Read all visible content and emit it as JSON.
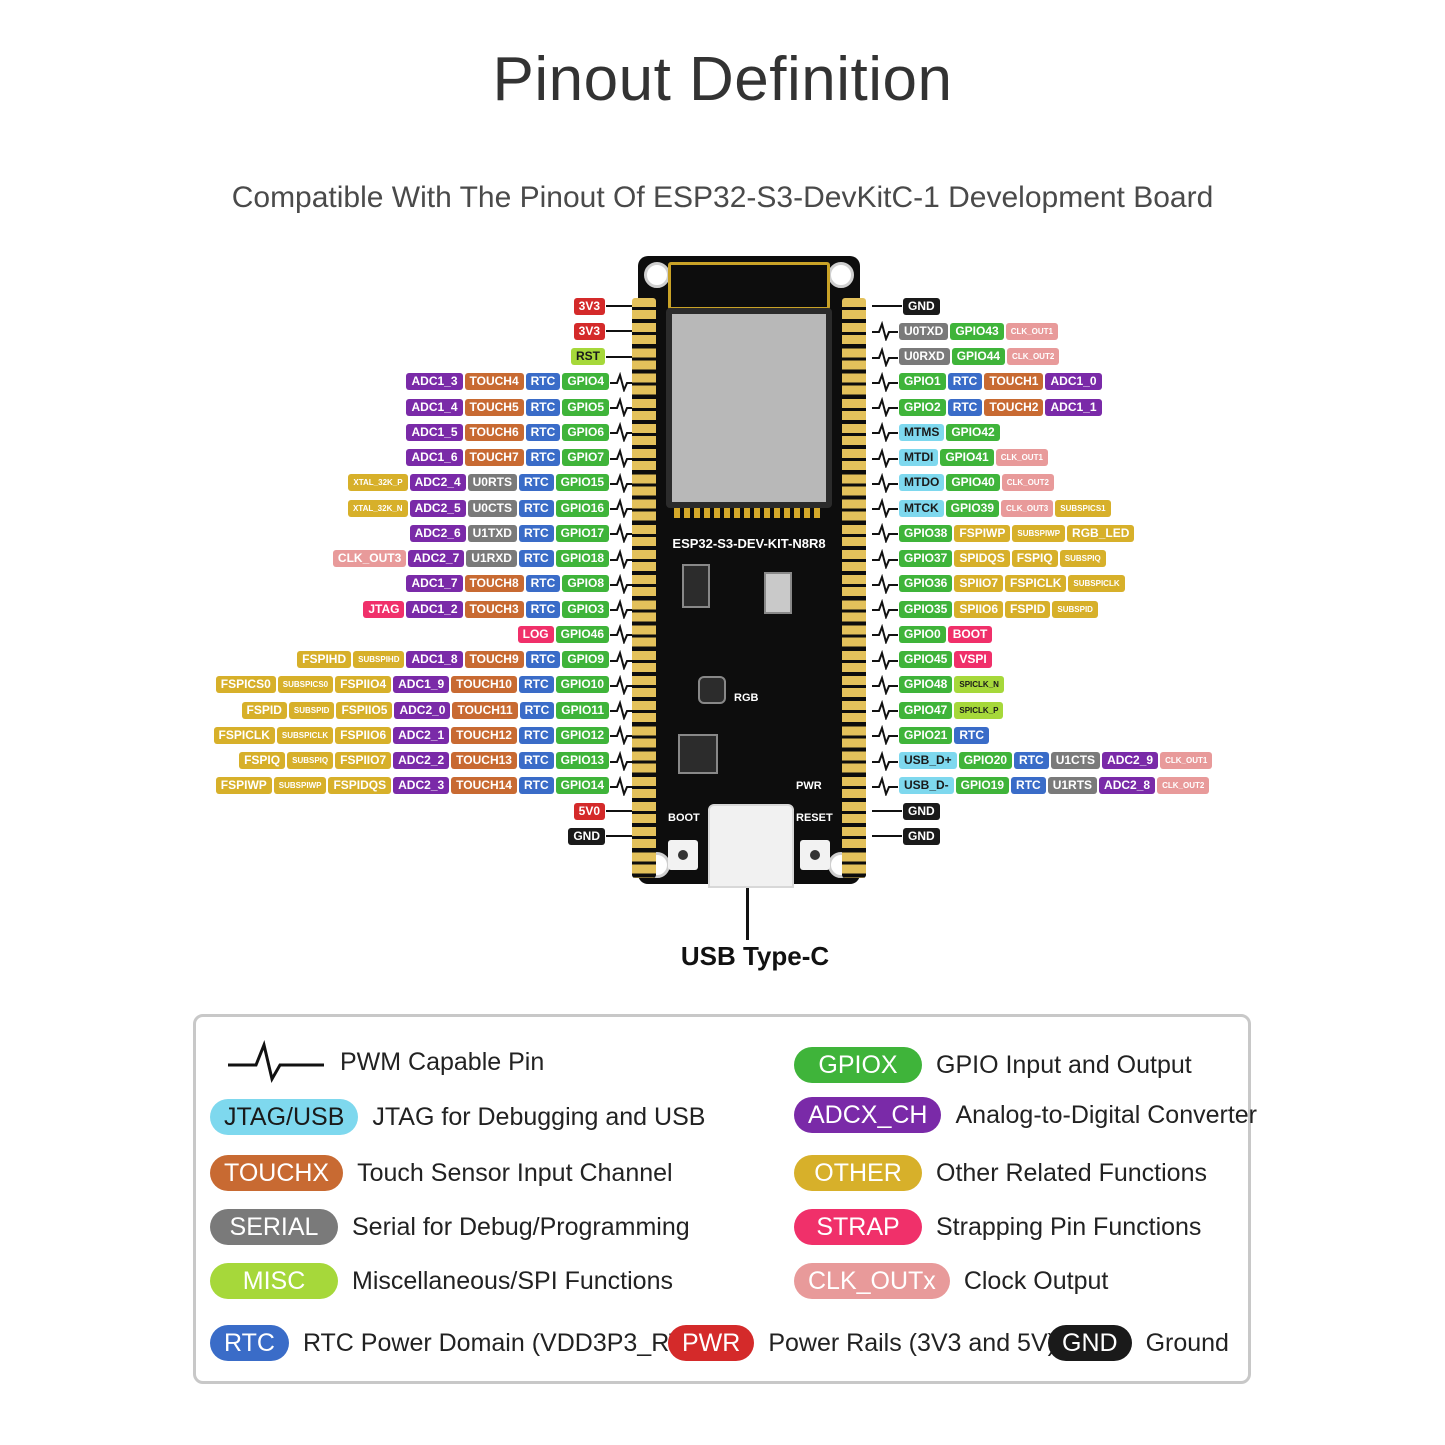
{
  "title": "Pinout Definition",
  "subtitle": "Compatible With The Pinout Of ESP32-S3-DevKitC-1 Development Board",
  "board": {
    "label": "ESP32-S3-DEV-KIT-N8R8",
    "rgb_label": "RGB",
    "pwr_label": "PWR",
    "boot_label": "BOOT",
    "reset_label": "RESET"
  },
  "usb_label": "USB Type-C",
  "colors": {
    "PWR": "#d42a2a",
    "GND": "#1a1a1a",
    "GPIO": "#3fb43a",
    "RTC": "#3a6cc8",
    "TOUCH": "#c86a32",
    "ADC": "#7a2aa8",
    "SERIAL": "#7a7a7a",
    "MISC": "#a6d83a",
    "JTAG": "#7ed8ee",
    "OTHER": "#d7b02a",
    "STRAP": "#f0306a",
    "CLK": "#e89a9a"
  },
  "left_pins": [
    {
      "pwm": false,
      "tags": [
        {
          "t": "3V3",
          "c": "PWR"
        }
      ]
    },
    {
      "pwm": false,
      "tags": [
        {
          "t": "3V3",
          "c": "PWR"
        }
      ]
    },
    {
      "pwm": false,
      "tags": [
        {
          "t": "RST",
          "c": "MISC"
        }
      ]
    },
    {
      "pwm": true,
      "tags": [
        {
          "t": "ADC1_3",
          "c": "ADC"
        },
        {
          "t": "TOUCH4",
          "c": "TOUCH"
        },
        {
          "t": "RTC",
          "c": "RTC"
        },
        {
          "t": "GPIO4",
          "c": "GPIO"
        }
      ]
    },
    {
      "pwm": true,
      "tags": [
        {
          "t": "ADC1_4",
          "c": "ADC"
        },
        {
          "t": "TOUCH5",
          "c": "TOUCH"
        },
        {
          "t": "RTC",
          "c": "RTC"
        },
        {
          "t": "GPIO5",
          "c": "GPIO"
        }
      ]
    },
    {
      "pwm": true,
      "tags": [
        {
          "t": "ADC1_5",
          "c": "ADC"
        },
        {
          "t": "TOUCH6",
          "c": "TOUCH"
        },
        {
          "t": "RTC",
          "c": "RTC"
        },
        {
          "t": "GPIO6",
          "c": "GPIO"
        }
      ]
    },
    {
      "pwm": true,
      "tags": [
        {
          "t": "ADC1_6",
          "c": "ADC"
        },
        {
          "t": "TOUCH7",
          "c": "TOUCH"
        },
        {
          "t": "RTC",
          "c": "RTC"
        },
        {
          "t": "GPIO7",
          "c": "GPIO"
        }
      ]
    },
    {
      "pwm": true,
      "tags": [
        {
          "t": "XTAL_32K_P",
          "c": "OTHER",
          "s": 1
        },
        {
          "t": "ADC2_4",
          "c": "ADC"
        },
        {
          "t": "U0RTS",
          "c": "SERIAL"
        },
        {
          "t": "RTC",
          "c": "RTC"
        },
        {
          "t": "GPIO15",
          "c": "GPIO"
        }
      ]
    },
    {
      "pwm": true,
      "tags": [
        {
          "t": "XTAL_32K_N",
          "c": "OTHER",
          "s": 1
        },
        {
          "t": "ADC2_5",
          "c": "ADC"
        },
        {
          "t": "U0CTS",
          "c": "SERIAL"
        },
        {
          "t": "RTC",
          "c": "RTC"
        },
        {
          "t": "GPIO16",
          "c": "GPIO"
        }
      ]
    },
    {
      "pwm": true,
      "tags": [
        {
          "t": "ADC2_6",
          "c": "ADC"
        },
        {
          "t": "U1TXD",
          "c": "SERIAL"
        },
        {
          "t": "RTC",
          "c": "RTC"
        },
        {
          "t": "GPIO17",
          "c": "GPIO"
        }
      ]
    },
    {
      "pwm": true,
      "tags": [
        {
          "t": "CLK_OUT3",
          "c": "CLK"
        },
        {
          "t": "ADC2_7",
          "c": "ADC"
        },
        {
          "t": "U1RXD",
          "c": "SERIAL"
        },
        {
          "t": "RTC",
          "c": "RTC"
        },
        {
          "t": "GPIO18",
          "c": "GPIO"
        }
      ]
    },
    {
      "pwm": true,
      "tags": [
        {
          "t": "ADC1_7",
          "c": "ADC"
        },
        {
          "t": "TOUCH8",
          "c": "TOUCH"
        },
        {
          "t": "RTC",
          "c": "RTC"
        },
        {
          "t": "GPIO8",
          "c": "GPIO"
        }
      ]
    },
    {
      "pwm": true,
      "tags": [
        {
          "t": "JTAG",
          "c": "STRAP"
        },
        {
          "t": "ADC1_2",
          "c": "ADC"
        },
        {
          "t": "TOUCH3",
          "c": "TOUCH"
        },
        {
          "t": "RTC",
          "c": "RTC"
        },
        {
          "t": "GPIO3",
          "c": "GPIO"
        }
      ]
    },
    {
      "pwm": true,
      "tags": [
        {
          "t": "LOG",
          "c": "STRAP"
        },
        {
          "t": "GPIO46",
          "c": "GPIO"
        }
      ]
    },
    {
      "pwm": true,
      "tags": [
        {
          "t": "FSPIHD",
          "c": "OTHER"
        },
        {
          "t": "SUBSPIHD",
          "c": "OTHER",
          "s": 1
        },
        {
          "t": "ADC1_8",
          "c": "ADC"
        },
        {
          "t": "TOUCH9",
          "c": "TOUCH"
        },
        {
          "t": "RTC",
          "c": "RTC"
        },
        {
          "t": "GPIO9",
          "c": "GPIO"
        }
      ]
    },
    {
      "pwm": true,
      "tags": [
        {
          "t": "FSPICS0",
          "c": "OTHER"
        },
        {
          "t": "SUBSPICS0",
          "c": "OTHER",
          "s": 1
        },
        {
          "t": "FSPIIO4",
          "c": "OTHER"
        },
        {
          "t": "ADC1_9",
          "c": "ADC"
        },
        {
          "t": "TOUCH10",
          "c": "TOUCH"
        },
        {
          "t": "RTC",
          "c": "RTC"
        },
        {
          "t": "GPIO10",
          "c": "GPIO"
        }
      ]
    },
    {
      "pwm": true,
      "tags": [
        {
          "t": "FSPID",
          "c": "OTHER"
        },
        {
          "t": "SUBSPID",
          "c": "OTHER",
          "s": 1
        },
        {
          "t": "FSPIIO5",
          "c": "OTHER"
        },
        {
          "t": "ADC2_0",
          "c": "ADC"
        },
        {
          "t": "TOUCH11",
          "c": "TOUCH"
        },
        {
          "t": "RTC",
          "c": "RTC"
        },
        {
          "t": "GPIO11",
          "c": "GPIO"
        }
      ]
    },
    {
      "pwm": true,
      "tags": [
        {
          "t": "FSPICLK",
          "c": "OTHER"
        },
        {
          "t": "SUBSPICLK",
          "c": "OTHER",
          "s": 1
        },
        {
          "t": "FSPIIO6",
          "c": "OTHER"
        },
        {
          "t": "ADC2_1",
          "c": "ADC"
        },
        {
          "t": "TOUCH12",
          "c": "TOUCH"
        },
        {
          "t": "RTC",
          "c": "RTC"
        },
        {
          "t": "GPIO12",
          "c": "GPIO"
        }
      ]
    },
    {
      "pwm": true,
      "tags": [
        {
          "t": "FSPIQ",
          "c": "OTHER"
        },
        {
          "t": "SUBSPIQ",
          "c": "OTHER",
          "s": 1
        },
        {
          "t": "FSPIIO7",
          "c": "OTHER"
        },
        {
          "t": "ADC2_2",
          "c": "ADC"
        },
        {
          "t": "TOUCH13",
          "c": "TOUCH"
        },
        {
          "t": "RTC",
          "c": "RTC"
        },
        {
          "t": "GPIO13",
          "c": "GPIO"
        }
      ]
    },
    {
      "pwm": true,
      "tags": [
        {
          "t": "FSPIWP",
          "c": "OTHER"
        },
        {
          "t": "SUBSPIWP",
          "c": "OTHER",
          "s": 1
        },
        {
          "t": "FSPIDQS",
          "c": "OTHER"
        },
        {
          "t": "ADC2_3",
          "c": "ADC"
        },
        {
          "t": "TOUCH14",
          "c": "TOUCH"
        },
        {
          "t": "RTC",
          "c": "RTC"
        },
        {
          "t": "GPIO14",
          "c": "GPIO"
        }
      ]
    },
    {
      "pwm": false,
      "tags": [
        {
          "t": "5V0",
          "c": "PWR"
        }
      ]
    },
    {
      "pwm": false,
      "tags": [
        {
          "t": "GND",
          "c": "GND"
        }
      ]
    }
  ],
  "right_pins": [
    {
      "pwm": false,
      "tags": [
        {
          "t": "GND",
          "c": "GND"
        }
      ]
    },
    {
      "pwm": true,
      "tags": [
        {
          "t": "U0TXD",
          "c": "SERIAL"
        },
        {
          "t": "GPIO43",
          "c": "GPIO"
        },
        {
          "t": "CLK_OUT1",
          "c": "CLK",
          "s": 1
        }
      ]
    },
    {
      "pwm": true,
      "tags": [
        {
          "t": "U0RXD",
          "c": "SERIAL"
        },
        {
          "t": "GPIO44",
          "c": "GPIO"
        },
        {
          "t": "CLK_OUT2",
          "c": "CLK",
          "s": 1
        }
      ]
    },
    {
      "pwm": true,
      "tags": [
        {
          "t": "GPIO1",
          "c": "GPIO"
        },
        {
          "t": "RTC",
          "c": "RTC"
        },
        {
          "t": "TOUCH1",
          "c": "TOUCH"
        },
        {
          "t": "ADC1_0",
          "c": "ADC"
        }
      ]
    },
    {
      "pwm": true,
      "tags": [
        {
          "t": "GPIO2",
          "c": "GPIO"
        },
        {
          "t": "RTC",
          "c": "RTC"
        },
        {
          "t": "TOUCH2",
          "c": "TOUCH"
        },
        {
          "t": "ADC1_1",
          "c": "ADC"
        }
      ]
    },
    {
      "pwm": true,
      "tags": [
        {
          "t": "MTMS",
          "c": "JTAG"
        },
        {
          "t": "GPIO42",
          "c": "GPIO"
        }
      ]
    },
    {
      "pwm": true,
      "tags": [
        {
          "t": "MTDI",
          "c": "JTAG"
        },
        {
          "t": "GPIO41",
          "c": "GPIO"
        },
        {
          "t": "CLK_OUT1",
          "c": "CLK",
          "s": 1
        }
      ]
    },
    {
      "pwm": true,
      "tags": [
        {
          "t": "MTDO",
          "c": "JTAG"
        },
        {
          "t": "GPIO40",
          "c": "GPIO"
        },
        {
          "t": "CLK_OUT2",
          "c": "CLK",
          "s": 1
        }
      ]
    },
    {
      "pwm": true,
      "tags": [
        {
          "t": "MTCK",
          "c": "JTAG"
        },
        {
          "t": "GPIO39",
          "c": "GPIO"
        },
        {
          "t": "CLK_OUT3",
          "c": "CLK",
          "s": 1
        },
        {
          "t": "SUBSPICS1",
          "c": "OTHER",
          "s": 1
        }
      ]
    },
    {
      "pwm": true,
      "tags": [
        {
          "t": "GPIO38",
          "c": "GPIO"
        },
        {
          "t": "FSPIWP",
          "c": "OTHER"
        },
        {
          "t": "SUBSPIWP",
          "c": "OTHER",
          "s": 1
        },
        {
          "t": "RGB_LED",
          "c": "OTHER"
        }
      ]
    },
    {
      "pwm": true,
      "tags": [
        {
          "t": "GPIO37",
          "c": "GPIO"
        },
        {
          "t": "SPIDQS",
          "c": "OTHER"
        },
        {
          "t": "FSPIQ",
          "c": "OTHER"
        },
        {
          "t": "SUBSPIQ",
          "c": "OTHER",
          "s": 1
        }
      ]
    },
    {
      "pwm": true,
      "tags": [
        {
          "t": "GPIO36",
          "c": "GPIO"
        },
        {
          "t": "SPIIO7",
          "c": "OTHER"
        },
        {
          "t": "FSPICLK",
          "c": "OTHER"
        },
        {
          "t": "SUBSPICLK",
          "c": "OTHER",
          "s": 1
        }
      ]
    },
    {
      "pwm": true,
      "tags": [
        {
          "t": "GPIO35",
          "c": "GPIO"
        },
        {
          "t": "SPIIO6",
          "c": "OTHER"
        },
        {
          "t": "FSPID",
          "c": "OTHER"
        },
        {
          "t": "SUBSPID",
          "c": "OTHER",
          "s": 1
        }
      ]
    },
    {
      "pwm": true,
      "tags": [
        {
          "t": "GPIO0",
          "c": "GPIO"
        },
        {
          "t": "BOOT",
          "c": "STRAP"
        }
      ]
    },
    {
      "pwm": true,
      "tags": [
        {
          "t": "GPIO45",
          "c": "GPIO"
        },
        {
          "t": "VSPI",
          "c": "STRAP"
        }
      ]
    },
    {
      "pwm": true,
      "tags": [
        {
          "t": "GPIO48",
          "c": "GPIO"
        },
        {
          "t": "SPICLK_N",
          "c": "MISC",
          "s": 1
        }
      ]
    },
    {
      "pwm": true,
      "tags": [
        {
          "t": "GPIO47",
          "c": "GPIO"
        },
        {
          "t": "SPICLK_P",
          "c": "MISC",
          "s": 1
        }
      ]
    },
    {
      "pwm": true,
      "tags": [
        {
          "t": "GPIO21",
          "c": "GPIO"
        },
        {
          "t": "RTC",
          "c": "RTC"
        }
      ]
    },
    {
      "pwm": true,
      "tags": [
        {
          "t": "USB_D+",
          "c": "JTAG"
        },
        {
          "t": "GPIO20",
          "c": "GPIO"
        },
        {
          "t": "RTC",
          "c": "RTC"
        },
        {
          "t": "U1CTS",
          "c": "SERIAL"
        },
        {
          "t": "ADC2_9",
          "c": "ADC"
        },
        {
          "t": "CLK_OUT1",
          "c": "CLK",
          "s": 1
        }
      ]
    },
    {
      "pwm": true,
      "tags": [
        {
          "t": "USB_D-",
          "c": "JTAG"
        },
        {
          "t": "GPIO19",
          "c": "GPIO"
        },
        {
          "t": "RTC",
          "c": "RTC"
        },
        {
          "t": "U1RTS",
          "c": "SERIAL"
        },
        {
          "t": "ADC2_8",
          "c": "ADC"
        },
        {
          "t": "CLK_OUT2",
          "c": "CLK",
          "s": 1
        }
      ]
    },
    {
      "pwm": false,
      "tags": [
        {
          "t": "GND",
          "c": "GND"
        }
      ]
    },
    {
      "pwm": false,
      "tags": [
        {
          "t": "GND",
          "c": "GND"
        }
      ]
    }
  ],
  "legend": {
    "pwm_desc": "PWM Capable Pin",
    "items": [
      {
        "badge": "JTAG/USB",
        "c": "JTAG",
        "desc": "JTAG for Debugging and USB"
      },
      {
        "badge": "TOUCHX",
        "c": "TOUCH",
        "desc": "Touch Sensor Input Channel"
      },
      {
        "badge": "SERIAL",
        "c": "SERIAL",
        "desc": "Serial for Debug/Programming"
      },
      {
        "badge": "MISC",
        "c": "MISC",
        "desc": "Miscellaneous/SPI Functions"
      },
      {
        "badge": "GPIOX",
        "c": "GPIO",
        "desc": "GPIO Input and Output"
      },
      {
        "badge": "ADCX_CH",
        "c": "ADC",
        "desc": "Analog-to-Digital Converter"
      },
      {
        "badge": "OTHER",
        "c": "OTHER",
        "desc": "Other Related Functions"
      },
      {
        "badge": "STRAP",
        "c": "STRAP",
        "desc": "Strapping Pin Functions"
      },
      {
        "badge": "CLK_OUTx",
        "c": "CLK",
        "desc": "Clock Output"
      },
      {
        "badge": "RTC",
        "c": "RTC",
        "desc": "RTC Power Domain (VDD3P3_RTC)"
      },
      {
        "badge": "PWR",
        "c": "PWR",
        "desc": "Power Rails (3V3 and 5V)"
      },
      {
        "badge": "GND",
        "c": "GND",
        "desc": "Ground"
      }
    ]
  }
}
